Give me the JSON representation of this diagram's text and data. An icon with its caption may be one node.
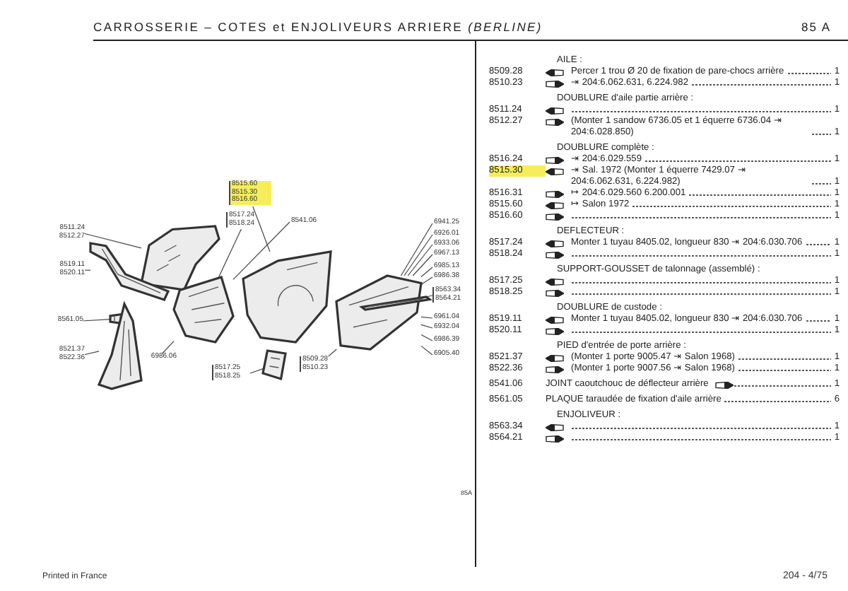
{
  "diagram": {
    "title": "CARROSSERIE – COTES et ENJOLIVEURS ARRIERE *(BERLINE)*",
    "nodes": [
      {
        "text": [
          "8515.60",
          "8515.30",
          "8516.60"
        ]
      },
      {
        "text": [
          "8517.24",
          "8518.24"
        ]
      },
      {
        "text": [
          "8541.06"
        ]
      },
      {
        "text": [
          "8511.24",
          "8512.27"
        ]
      },
      {
        "text": [
          "8519.11",
          "8520.11"
        ]
      },
      {
        "text": [
          "8561.05"
        ]
      },
      {
        "text": [
          "8521.37",
          "8522.36"
        ]
      },
      {
        "text": [
          "6986.06"
        ]
      },
      {
        "text": [
          "8517.25",
          "8518.25"
        ]
      },
      {
        "text": [
          "8509.28",
          "8510.23"
        ]
      },
      {
        "text": [
          "6941.25"
        ]
      },
      {
        "text": [
          "6926.01"
        ]
      },
      {
        "text": [
          "6933.06"
        ]
      },
      {
        "text": [
          "6967.13"
        ]
      },
      {
        "text": [
          "6985.13"
        ]
      },
      {
        "text": [
          "6986.38"
        ]
      },
      {
        "text": [
          "8563.34",
          "8564.21"
        ]
      },
      {
        "text": [
          "6961.04"
        ]
      },
      {
        "text": [
          "6932.04"
        ]
      },
      {
        "text": [
          "6986.39"
        ]
      },
      {
        "text": [
          "6905.40"
        ]
      },
      {
        "text": [],
        "shape": "picture"
      },
      {
        "text": [],
        "shape": "picture"
      },
      {
        "text": [],
        "shape": "picture"
      },
      {
        "text": [],
        "shape": "picture"
      },
      {
        "text": [],
        "shape": "picture"
      },
      {
        "text": [],
        "shape": "picture"
      },
      {
        "text": [],
        "shape": "picture"
      },
      {
        "text": [],
        "shape": "picture"
      },
      {
        "text": [],
        "shape": "picture"
      }
    ],
    "edges": [
      {
        "from": 0,
        "to": 26,
        "arrow": "none"
      },
      {
        "from": 1,
        "to": 25,
        "arrow": "none"
      },
      {
        "from": 2,
        "to": 25,
        "arrow": "none"
      },
      {
        "from": 3,
        "to": 21,
        "arrow": "none"
      },
      {
        "from": 4,
        "to": 22,
        "arrow": "none"
      },
      {
        "from": 5,
        "to": 23,
        "arrow": "none"
      },
      {
        "from": 6,
        "to": 24,
        "arrow": "none"
      },
      {
        "from": 7,
        "to": 25,
        "arrow": "none"
      },
      {
        "from": 8,
        "to": 27,
        "arrow": "none"
      },
      {
        "from": 9,
        "to": 28,
        "arrow": "none"
      },
      {
        "from": 10,
        "to": 28,
        "arrow": "none"
      },
      {
        "from": 11,
        "to": 28,
        "arrow": "none"
      },
      {
        "from": 12,
        "to": 28,
        "arrow": "none"
      },
      {
        "from": 13,
        "to": 28,
        "arrow": "none"
      },
      {
        "from": 14,
        "to": 28,
        "arrow": "none"
      },
      {
        "from": 15,
        "to": 28,
        "arrow": "none"
      },
      {
        "from": 16,
        "to": 29,
        "arrow": "none"
      },
      {
        "from": 17,
        "to": 28,
        "arrow": "none"
      },
      {
        "from": 18,
        "to": 28,
        "arrow": "none"
      },
      {
        "from": 19,
        "to": 28,
        "arrow": "none"
      },
      {
        "from": 20,
        "to": 28,
        "arrow": "none"
      }
    ],
    "labels": [
      "85 A",
      "AILE :",
      "8509.28",
      "Percer 1 trou Ø 20 de fixation de pare-chocs arrière",
      "1",
      "8510.23",
      "⇥ 204:6.062.631, 6.224.982",
      "1",
      "DOUBLURE d'aile partie arrière :",
      "8511.24",
      "1",
      "8512.27",
      "(Monter 1 sandow 6736.05 et 1 équerre 6736.04 ⇥ 204:6.028.850)",
      "1",
      "DOUBLURE complète :",
      "8516.24",
      "⇥ 204:6.029.559",
      "1",
      "8515.30",
      "⇥ Sal. 1972 (Monter 1 équerre 7429.07 ⇥ 204:6.062.631, 6.224.982)",
      "1",
      "8516.31",
      "↦ 204:6.029.560 6.200.001",
      "1",
      "8515.60",
      "8516.60",
      "↦ Salon 1972",
      "1",
      "1",
      "DEFLECTEUR :",
      "8517.24",
      "Monter 1 tuyau 8405.02, longueur 830 ⇥ 204:6.030.706",
      "1",
      "8518.24",
      "1",
      "SUPPORT-GOUSSET de talonnage (assemblé) :",
      "8517.25",
      "1",
      "8518.25",
      "1",
      "DOUBLURE de custode :",
      "8519.11",
      "Monter 1 tuyau 8405.02, longueur 830 ⇥ 204:6.030.706",
      "1",
      "8520.11",
      "1",
      "PIED d'entrée de porte arrière :",
      "8521.37",
      "(Monter 1 porte 9005.47 ⇥ Salon 1968)",
      "1",
      "8522.36",
      "(Monter 1 porte 9007.56 ⇥ Salon 1968)",
      "1",
      "8541.06",
      "JOINT caoutchouc de déflecteur arrière",
      "1",
      "8561.05",
      "PLAQUE taraudée de fixation d'aile arrière",
      "6",
      "ENJOLIVEUR :",
      "8563.34",
      "1",
      "8564.21",
      "1",
      "85A",
      "Printed in France",
      "204 - 4/75"
    ]
  }
}
